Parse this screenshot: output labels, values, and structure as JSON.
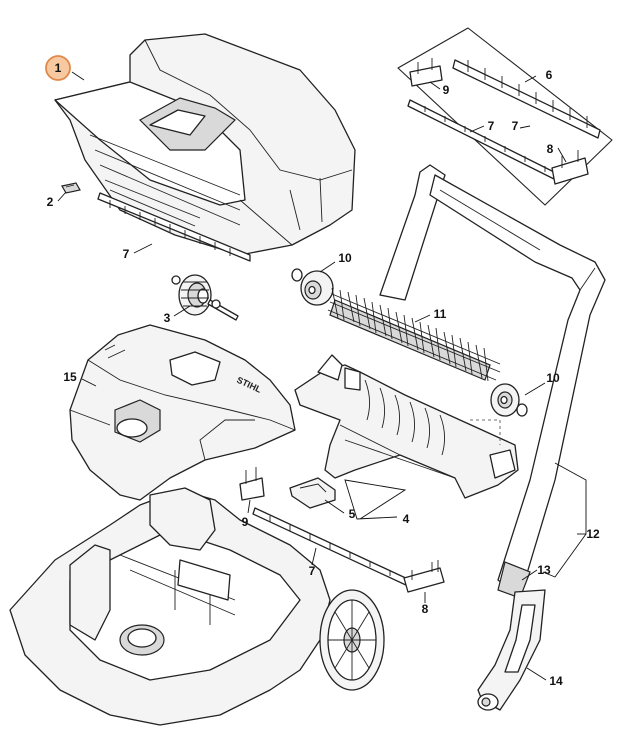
{
  "diagram": {
    "highlighted_part": "1",
    "highlight_color": "#f7c9a0",
    "highlight_stroke": "#e0894a",
    "logo": "STIHL",
    "callouts": {
      "c1": "1",
      "c2": "2",
      "c3": "3",
      "c4": "4",
      "c5": "5",
      "c6": "6",
      "c7a": "7",
      "c7b": "7",
      "c7c": "7",
      "c7d": "7",
      "c8a": "8",
      "c8b": "8",
      "c9a": "9",
      "c9b": "9",
      "c10a": "10",
      "c10b": "10",
      "c11": "11",
      "c12": "12",
      "c13": "13",
      "c14": "14",
      "c15": "15"
    }
  }
}
